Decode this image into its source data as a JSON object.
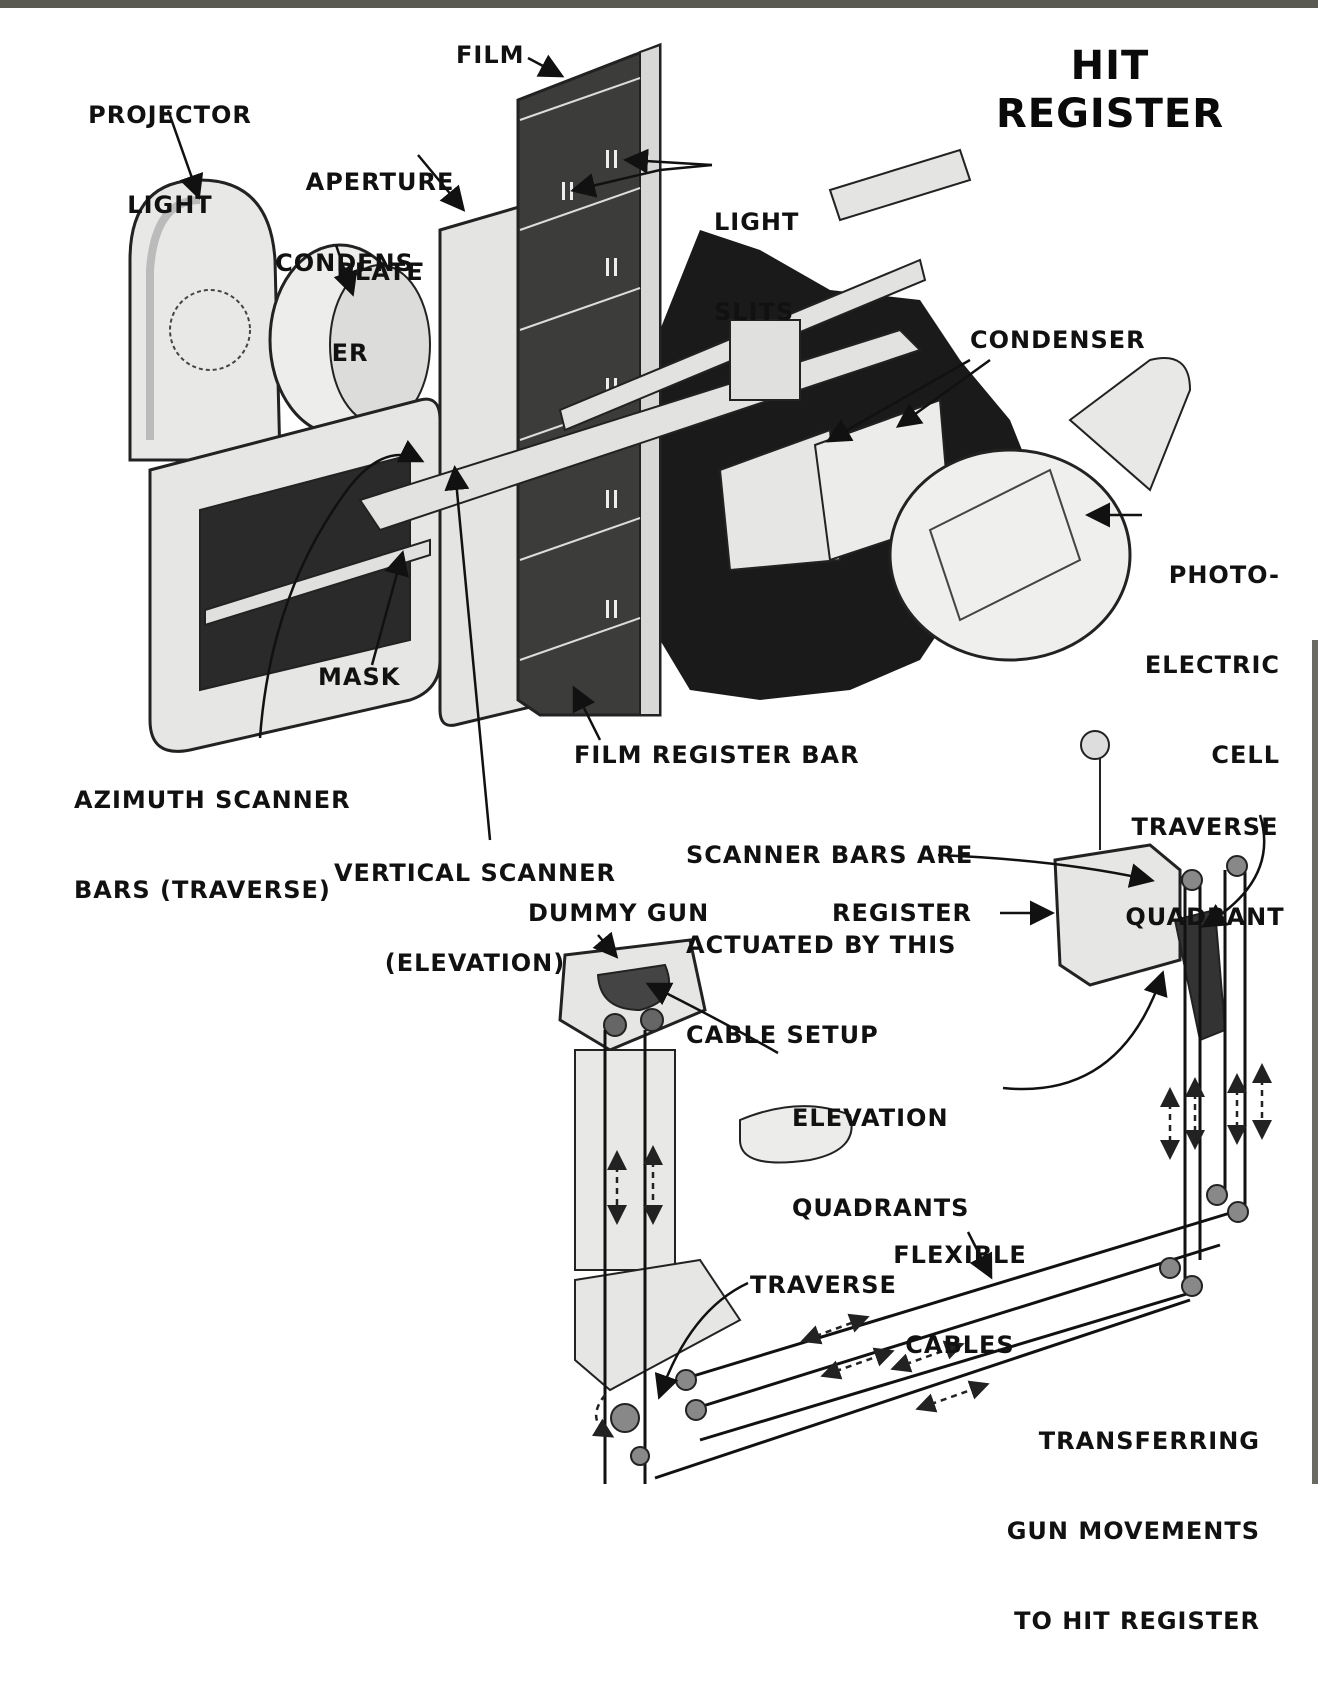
{
  "title": {
    "line1": "HIT",
    "line2": "REGISTER"
  },
  "labels": {
    "projector_light": [
      "PROJECTOR",
      "LIGHT"
    ],
    "film": "FILM",
    "aperture_plate": [
      "APERTURE",
      "PLATE"
    ],
    "condenser_left": [
      "CONDENS-",
      "ER"
    ],
    "light_slits": [
      "LIGHT",
      "SLITS"
    ],
    "condenser_right": "CONDENSER",
    "photo_electric_cell": [
      "PHOTO-",
      "ELECTRIC",
      "CELL"
    ],
    "mask": "MASK",
    "azimuth_scanner_bars": [
      "AZIMUTH SCANNER",
      "BARS (TRAVERSE)"
    ],
    "film_register_bar": "FILM REGISTER BAR",
    "vertical_scanner": [
      "VERTICAL SCANNER",
      "(ELEVATION)"
    ],
    "scanner_bars_actuated": [
      "SCANNER BARS ARE",
      "ACTUATED BY THIS",
      "CABLE SETUP"
    ],
    "traverse_quadrant": [
      "TRAVERSE",
      "QUADRANT"
    ],
    "dummy_gun": "DUMMY GUN",
    "register": "REGISTER",
    "elevation_quadrants": [
      "ELEVATION",
      "QUADRANTS"
    ],
    "flexible_cables": [
      "FLEXIBLE",
      "CABLES"
    ],
    "traverse": "TRAVERSE",
    "transferring": [
      "TRANSFERRING",
      "GUN MOVEMENTS",
      "TO HIT REGISTER"
    ]
  }
}
